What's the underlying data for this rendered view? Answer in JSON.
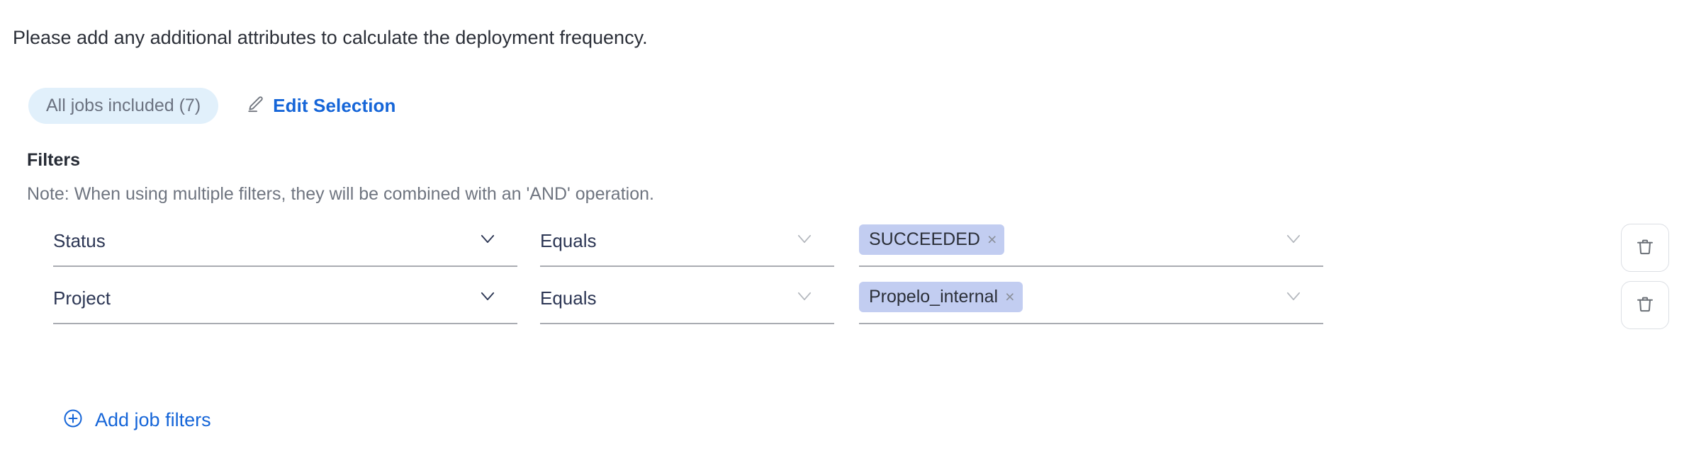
{
  "intro": {
    "text": "Please add any additional attributes to calculate the deployment frequency."
  },
  "selection": {
    "jobs_pill_label": "All jobs included (7)",
    "edit_label": "Edit Selection",
    "edit_icon": "pencil-icon"
  },
  "filters_section": {
    "heading": "Filters",
    "note": "Note: When using multiple filters, they will be combined with an 'AND' operation."
  },
  "filter_rows": [
    {
      "attribute": "Status",
      "operator": "Equals",
      "values": [
        "SUCCEEDED"
      ],
      "delete_icon": "trash-icon"
    },
    {
      "attribute": "Project",
      "operator": "Equals",
      "values": [
        "Propelo_internal"
      ],
      "delete_icon": "trash-icon"
    }
  ],
  "add_filters": {
    "label": "Add job filters",
    "icon": "plus-circle-icon"
  },
  "colors": {
    "link_blue": "#1565d8",
    "pill_bg": "#e1f0fb",
    "chip_bg": "#c2cdf1",
    "underline": "#a9acb2",
    "text_dark": "#2c3654",
    "text_muted": "#6f7580"
  },
  "chip_remove_glyph": "×"
}
